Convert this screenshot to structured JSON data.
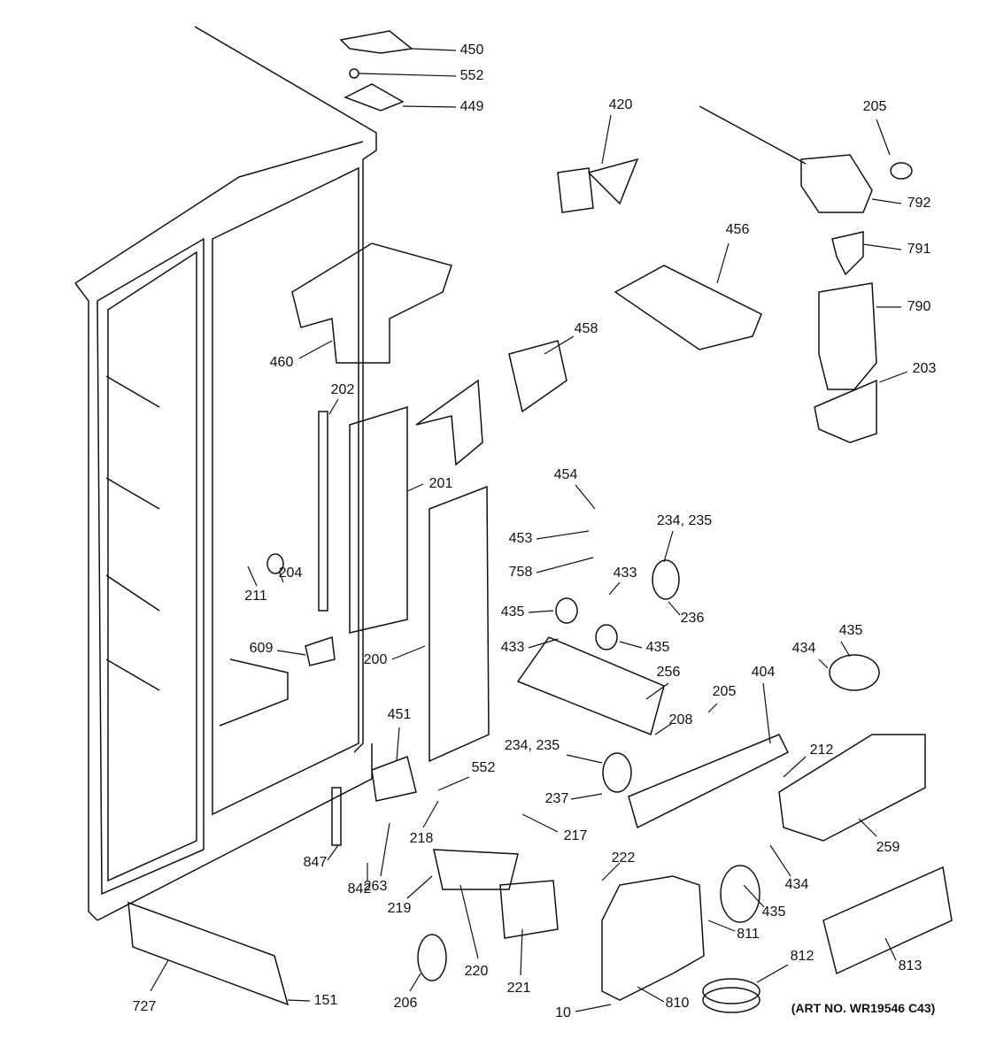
{
  "callouts": [
    "450",
    "552",
    "449",
    "420",
    "205",
    "792",
    "791",
    "790",
    "456",
    "460",
    "458",
    "203",
    "202",
    "201",
    "454",
    "234, 235",
    "453",
    "758",
    "433",
    "204",
    "211",
    "236",
    "435",
    "435",
    "433",
    "609",
    "200",
    "435",
    "434",
    "256",
    "404",
    "205",
    "208",
    "451",
    "234, 235",
    "212",
    "552",
    "237",
    "218",
    "217",
    "259",
    "222",
    "847",
    "842",
    "263",
    "219",
    "434",
    "435",
    "811",
    "812",
    "813",
    "220",
    "221",
    "206",
    "727",
    "151",
    "10",
    "810"
  ],
  "art_number": "(ART NO. WR19546 C43)"
}
